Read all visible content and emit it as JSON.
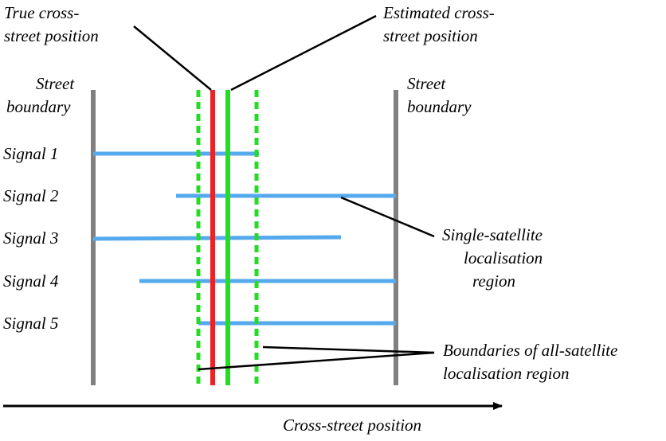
{
  "labels": {
    "true_position": [
      "True cross-",
      "street position"
    ],
    "estimated_position": [
      "Estimated cross-",
      "street position"
    ],
    "left_boundary": [
      "Street",
      "boundary"
    ],
    "right_boundary": [
      "Street",
      "boundary"
    ],
    "single_region": [
      "Single-satellite",
      "localisation",
      "region"
    ],
    "all_region": [
      "Boundaries of all-satellite",
      "localisation region"
    ],
    "axis": "Cross-street position"
  },
  "signals": [
    {
      "label": "Signal 1"
    },
    {
      "label": "Signal 2"
    },
    {
      "label": "Signal 3"
    },
    {
      "label": "Signal 4"
    },
    {
      "label": "Signal 5"
    }
  ],
  "colors": {
    "street_boundary": "#808080",
    "signal_region": "#55aaee",
    "true_position": "#ee2222",
    "estimated_position": "#22dd22",
    "all_satellite_boundary": "#22dd22",
    "annotation": "#000000"
  }
}
